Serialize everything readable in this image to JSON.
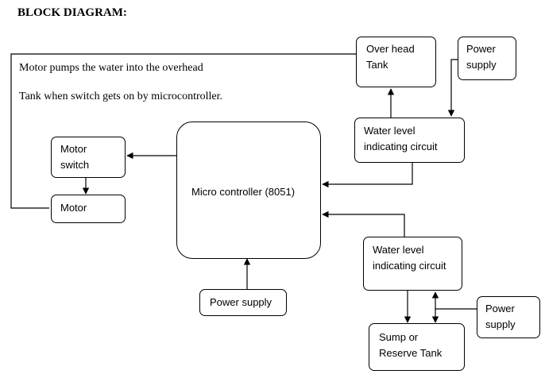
{
  "title": "BLOCK DIAGRAM:",
  "notes": {
    "line1": "Motor pumps the water into the overhead",
    "line2": "Tank when switch gets on by microcontroller."
  },
  "blocks": {
    "overhead_tank": {
      "line1": "Over head",
      "line2": "Tank"
    },
    "power_top": {
      "line1": "Power",
      "line2": "supply"
    },
    "wl_top": {
      "line1": "Water level",
      "line2": "indicating circuit"
    },
    "motor_switch": {
      "line1": "Motor",
      "line2": "switch"
    },
    "motor": {
      "line1": "Motor"
    },
    "micro": {
      "line1": "Micro controller (8051)"
    },
    "wl_bottom": {
      "line1": "Water level",
      "line2": "indicating circuit"
    },
    "power_mcu": {
      "line1": "Power supply"
    },
    "power_bottom": {
      "line1": "Power",
      "line2": "supply"
    },
    "sump": {
      "line1": "Sump or",
      "line2": "Reserve Tank"
    }
  }
}
